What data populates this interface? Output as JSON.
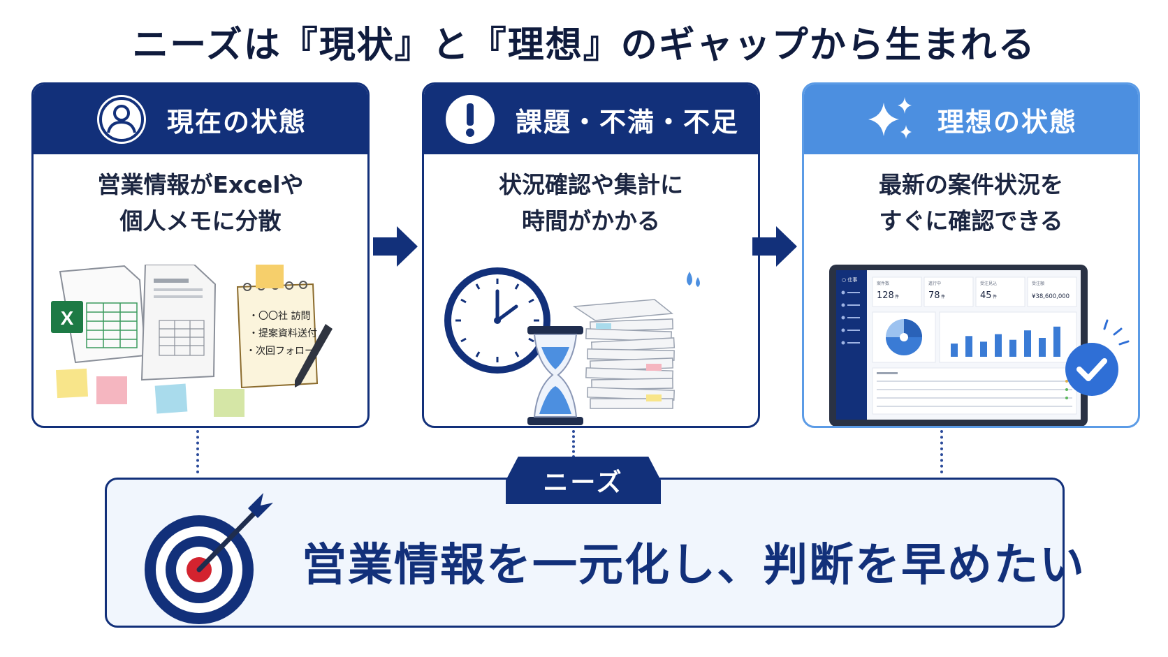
{
  "title": "ニーズは『現状』と『理想』のギャップから生まれる",
  "cards": [
    {
      "heading": "現在の状態",
      "icon": "user-icon",
      "desc": [
        "営業情報がExcelや",
        "個人メモに分散"
      ],
      "memo_lines": [
        "・〇〇社 訪問",
        "・提案資料送付",
        "・次回フォロー"
      ]
    },
    {
      "heading": "課題・不満・不足",
      "icon": "exclamation-icon",
      "desc": [
        "状況確認や集計に",
        "時間がかかる"
      ]
    },
    {
      "heading": "理想の状態",
      "icon": "sparkle-icon",
      "desc": [
        "最新の案件状況を",
        "すぐに確認できる"
      ],
      "dashboard": {
        "logo": "○ 仕事",
        "kpis": [
          {
            "label": "案件数",
            "value": "128",
            "unit": "件"
          },
          {
            "label": "進行中",
            "value": "78",
            "unit": "件"
          },
          {
            "label": "受注見込",
            "value": "45",
            "unit": "件"
          },
          {
            "label": "受注額",
            "value": "¥38,600,000",
            "unit": ""
          }
        ],
        "bars": [
          0.35,
          0.55,
          0.4,
          0.6,
          0.45,
          0.7,
          0.5,
          0.8
        ]
      }
    }
  ],
  "need": {
    "tab": "ニーズ",
    "text": "営業情報を一元化し、判断を早めたい"
  },
  "colors": {
    "navy": "#12307a",
    "light_blue": "#4c8fe0",
    "accent_red": "#d3232f"
  }
}
